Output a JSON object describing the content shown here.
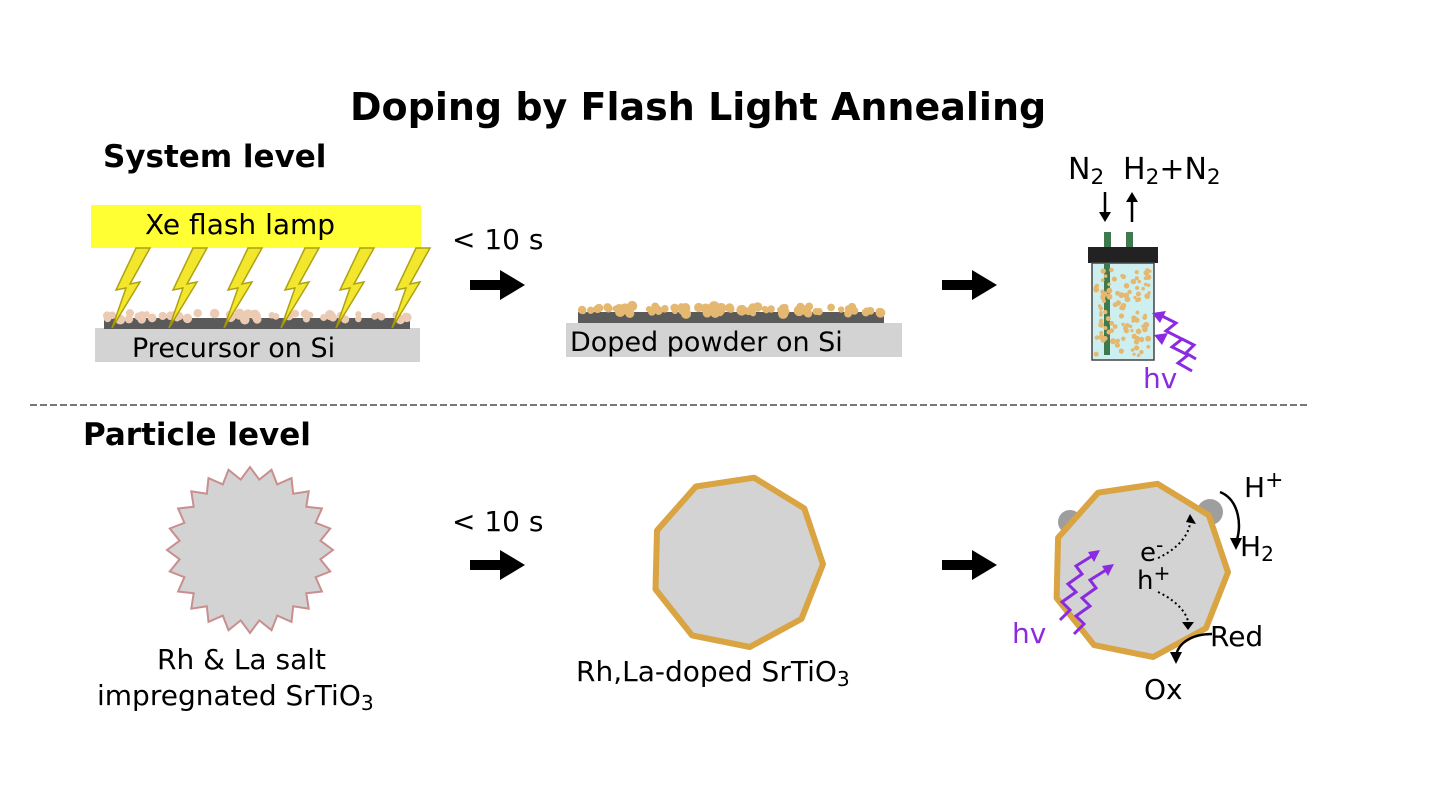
{
  "title": "Doping by Flash Light Annealing",
  "system": {
    "heading": "System level",
    "lamp_label": "Xe flash lamp",
    "precursor_label": "Precursor on Si",
    "time_label": "< 10 s",
    "doped_label": "Doped powder on Si",
    "gas_in": {
      "main": "N",
      "sub": "2"
    },
    "gas_out": {
      "a": "H",
      "a_sub": "2",
      "plus": "+N",
      "b_sub": "2"
    },
    "photon_label": "hv"
  },
  "particle": {
    "heading": "Particle level",
    "time_label": "< 10 s",
    "start_label_line1": "Rh & La salt",
    "start_label_line2_main": "impregnated SrTiO",
    "start_label_line2_sub": "3",
    "doped_label_main": "Rh,La-doped SrTiO",
    "doped_label_sub": "3",
    "electron": "e",
    "electron_sign": "-",
    "hole": "h",
    "hole_sign": "+",
    "proton": "H",
    "proton_sign": "+",
    "hydrogen": "H",
    "hydrogen_sub": "2",
    "red_label": "Red",
    "ox_label": "Ox",
    "photon_label": "hv"
  },
  "colors": {
    "lamp": "#ffff33",
    "bolt": "#f2e61c",
    "powder": "#e4b870",
    "shell": "#d9a441",
    "particle_fill": "#d3d3d3",
    "salt_outline": "#c98e8e",
    "photon": "#8a2be2",
    "liquid": "#cdeff0"
  }
}
